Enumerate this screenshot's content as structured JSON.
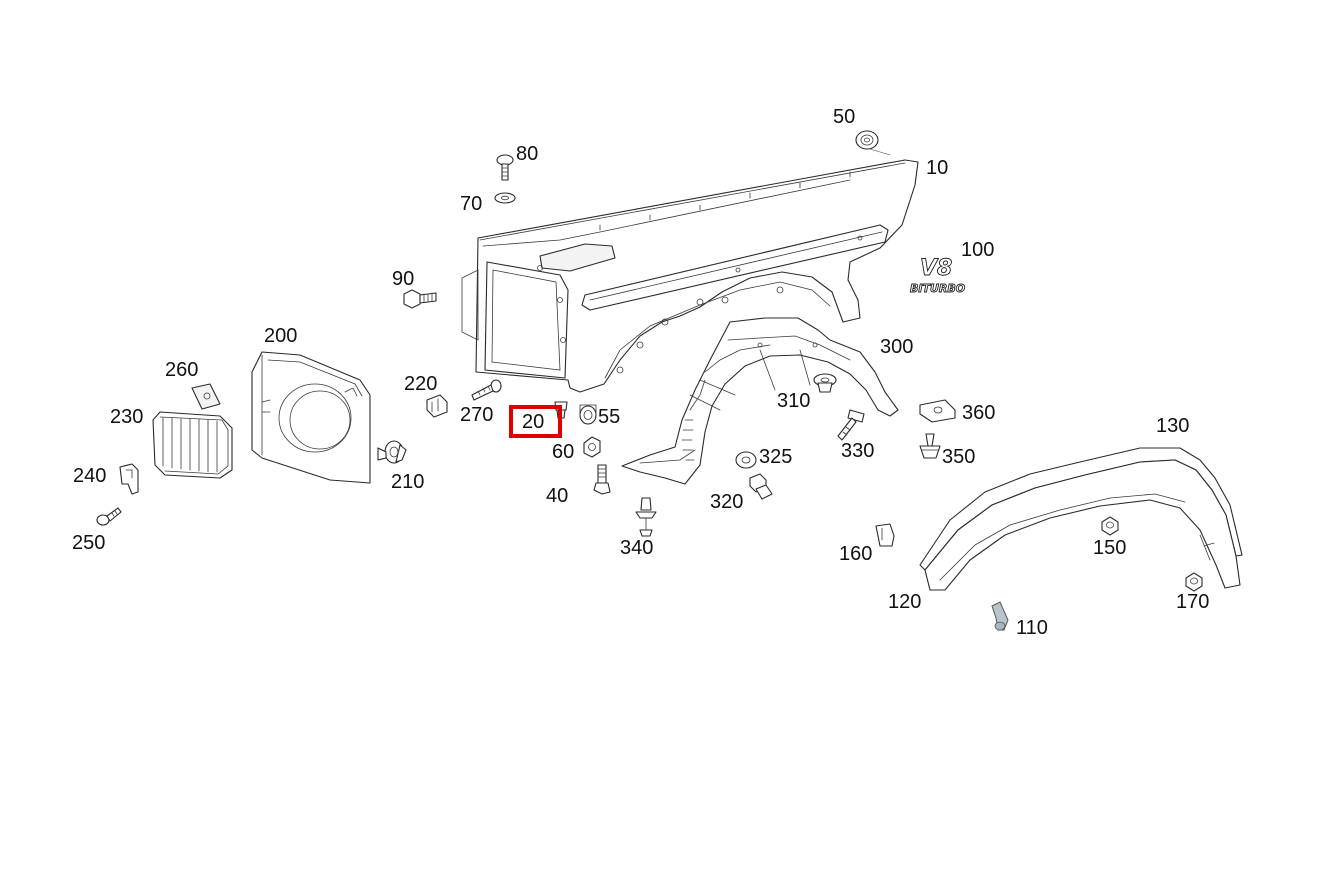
{
  "diagram": {
    "callouts": [
      {
        "number": "10"
      },
      {
        "number": "20"
      },
      {
        "number": "40"
      },
      {
        "number": "50"
      },
      {
        "number": "55"
      },
      {
        "number": "60"
      },
      {
        "number": "70"
      },
      {
        "number": "80"
      },
      {
        "number": "90"
      },
      {
        "number": "100"
      },
      {
        "number": "110"
      },
      {
        "number": "120"
      },
      {
        "number": "130"
      },
      {
        "number": "150"
      },
      {
        "number": "160"
      },
      {
        "number": "170"
      },
      {
        "number": "200"
      },
      {
        "number": "210"
      },
      {
        "number": "220"
      },
      {
        "number": "230"
      },
      {
        "number": "240"
      },
      {
        "number": "250"
      },
      {
        "number": "260"
      },
      {
        "number": "270"
      },
      {
        "number": "300"
      },
      {
        "number": "310"
      },
      {
        "number": "320"
      },
      {
        "number": "325"
      },
      {
        "number": "330"
      },
      {
        "number": "340"
      },
      {
        "number": "350"
      },
      {
        "number": "360"
      }
    ],
    "selected_callout": "20",
    "highlight_color": "#e00000",
    "emblem": {
      "line1": "V8",
      "line2": "BITURBO"
    },
    "accent_part_color": "#b8c4cc"
  }
}
